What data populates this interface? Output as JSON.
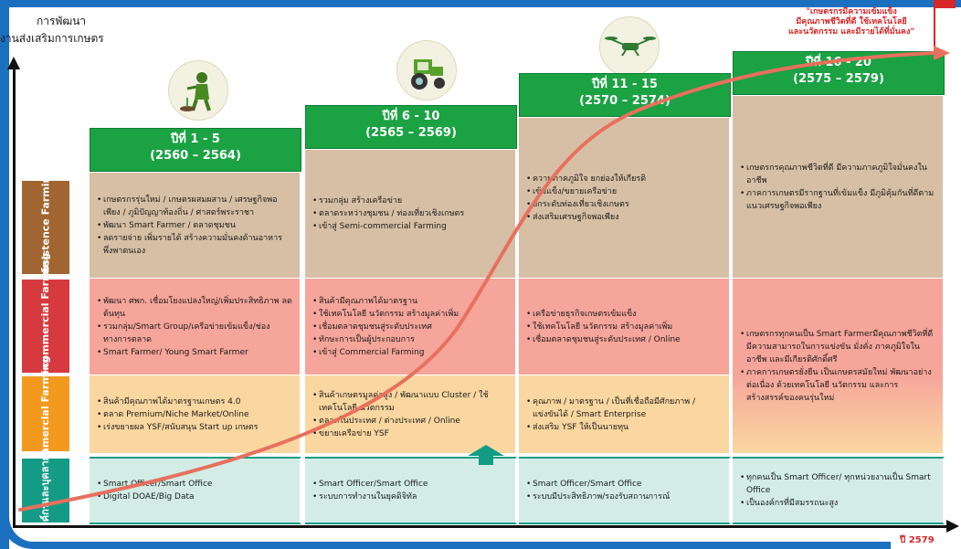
{
  "y_axis_title": [
    "การพัฒนา",
    "งานส่งเสริมการเกษตร"
  ],
  "x_axis_end": "ปี 2579",
  "vision_quote": [
    "\"เกษตรกรมีความเข้มแข็ง",
    "มีคุณภาพชีวิตที่ดี ใช้เทคโนโลยี",
    "และนวัตกรรม และมีรายได้ที่มั่นคง\""
  ],
  "icons": [
    "farmer-planting-icon",
    "tractor-icon",
    "drone-icon"
  ],
  "phases": [
    {
      "label": "ปีที่ 1 - 5",
      "years": "(2560 – 2564)"
    },
    {
      "label": "ปีที่ 6 - 10",
      "years": "(2565 – 2569)"
    },
    {
      "label": "ปีที่ 11 - 15",
      "years": "(2570 – 2574)"
    },
    {
      "label": "ปีที่ 16 - 20",
      "years": "(2575 – 2579)"
    }
  ],
  "rows": [
    {
      "label": "Subsistence Farming",
      "bg": "#d7bfa5",
      "label_bg": "#a06530",
      "cells": [
        [
          "เกษตรกรรุ่นใหม่ / เกษตรผสมผสาน / เศรษฐกิจพอเพียง / ภูมิปัญญาท้องถิ่น / ศาสตร์พระราชา",
          "พัฒนา Smart Farmer / ตลาดชุมชน",
          "ลดรายจ่าย เพิ่มรายได้ สร้างความมั่นคงด้านอาหาร พึ่งพาตนเอง"
        ],
        [
          "รวมกลุ่ม สร้างเครือข่าย",
          "ตลาดระหว่างชุมชน / ท่องเที่ยวเชิงเกษตร",
          "เข้าสู่ Semi-commercial Farming"
        ],
        [
          "ความภาคภูมิใจ ยกย่องให้เกียรติ",
          "เข้มแข็ง/ขยายเครือข่าย",
          "ยกระดับท่องเที่ยวเชิงเกษตร",
          "ส่งเสริมเศรษฐกิจพอเพียง"
        ],
        [
          "เกษตรกรคุณภาพชีวิตที่ดี มีความภาคภูมิใจมั่นคงในอาชีพ",
          "ภาคการเกษตรมีรากฐานที่เข้มแข็ง มีภูมิคุ้มกันที่ดีตามแนวเศรษฐกิจพอเพียง"
        ]
      ]
    },
    {
      "label": "Semi-commercial Farming",
      "bg": "#f6a59b",
      "label_bg": "#d63a3e",
      "cells": [
        [
          "พัฒนา ศพก. เชื่อมโยงแปลงใหญ่/เพิ่มประสิทธิภาพ ลดต้นทุน",
          "รวมกลุ่ม/Smart Group/เครือข่ายเข้มแข็ง/ช่องทางการตลาด",
          "Smart Farmer/ Young Smart Farmer"
        ],
        [
          "สินค้ามีคุณภาพได้มาตรฐาน",
          "ใช้เทคโนโลยี นวัตกรรม สร้างมูลค่าเพิ่ม",
          "เชื่อมตลาดชุมชนสู่ระดับประเทศ",
          "ทักษะการเป็นผู้ประกอบการ",
          "เข้าสู่ Commercial Farming"
        ],
        [
          "เครือข่ายธุรกิจเกษตรเข้มแข็ง",
          "ใช้เทคโนโลยี นวัตกรรม สร้างมูลค่าเพิ่ม",
          "เชื่อมตลาดชุมชนสู่ระดับประเทศ / Online"
        ],
        [
          "เกษตรกรทุกคนเป็น Smart Farmerมีคุณภาพชีวิตที่ดี มีความสามารถในการแข่งขัน มั่งคั่ง ภาคภูมิใจในอาชีพ และมีเกียรติศักดิ์ศรี",
          "ภาคการเกษตรยั่งยืน เป็นเกษตรสมัยใหม่ พัฒนาอย่างต่อเนื่อง ด้วยเทคโนโลยี นวัตกรรม และการสร้างสรรค์ของคนรุ่นใหม่"
        ]
      ]
    },
    {
      "label": "Commercial Farming",
      "bg": "#fad7a0",
      "label_bg": "#f39a1e",
      "cells": [
        [
          "สินค้ามีคุณภาพได้มาตรฐานเกษตร 4.0",
          "ตลาด Premium/Niche Market/Online",
          "เร่งขยายผล YSF/สนับสนุน Start up เกษตร"
        ],
        [
          "สินค้าเกษตรมูลค่าสูง / พัฒนาแบบ Cluster / ใช้เทคโนโลยี นวัตกรรม",
          "ตลาดในประเทศ / ต่างประเทศ / Online",
          "ขยายเครือข่าย YSF"
        ],
        [
          "คุณภาพ / มาตรฐาน / เป็นที่เชื่อถือมีศักยภาพ / แข่งขันได้ / Smart Enterprise",
          "ส่งเสริม YSF ให้เป็นนายทุน"
        ],
        []
      ]
    },
    {
      "label": "องค์กรและบุคลากร",
      "bg": "#d3ede6",
      "label_bg": "#139b85",
      "cells": [
        [
          "Smart Officer/Smart Office",
          "Digital DOAE/Big Data"
        ],
        [
          "Smart Officer/Smart Office",
          "ระบบการทำงานในยุคดิจิทัล"
        ],
        [
          "Smart Officer/Smart Office",
          "ระบบมีประสิทธิภาพ/รองรับสถานการณ์"
        ],
        [
          "ทุกคนเป็น Smart Officer/ ทุกหน่วยงานเป็น Smart Office",
          "เป็นองค์กรที่มีสมรรถนะสูง"
        ]
      ]
    }
  ],
  "colors": {
    "frame": "#1a6fbf",
    "phase_green": "#1aa243",
    "growth_curve": "#e8705e",
    "quote_red": "#d62828",
    "up_arrow": "#139b85"
  }
}
